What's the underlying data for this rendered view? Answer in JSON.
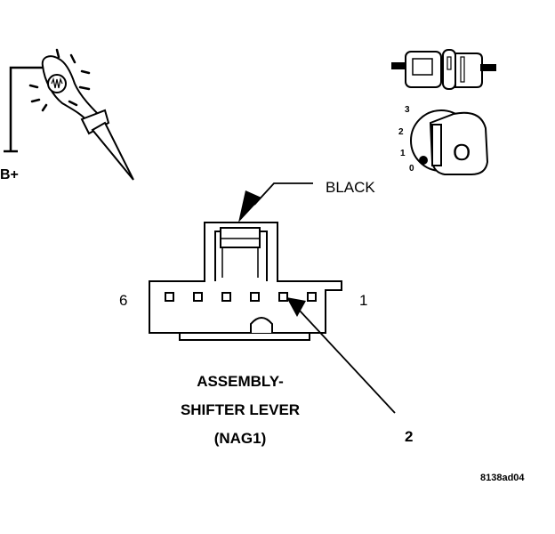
{
  "test_light": {
    "supply_label": "B+"
  },
  "ignition_switch": {
    "positions": [
      "3",
      "2",
      "1",
      "0"
    ],
    "key_glyph": "O"
  },
  "connector": {
    "lock_label": "BLACK",
    "left_pin": "6",
    "right_pin": "1",
    "callout_pin": "2",
    "name_lines": [
      "ASSEMBLY-",
      "SHIFTER LEVER",
      "(NAG1)"
    ]
  },
  "figure_id": "8138ad04",
  "colors": {
    "ink": "#000000",
    "paper": "#ffffff",
    "shade": "#888888"
  }
}
